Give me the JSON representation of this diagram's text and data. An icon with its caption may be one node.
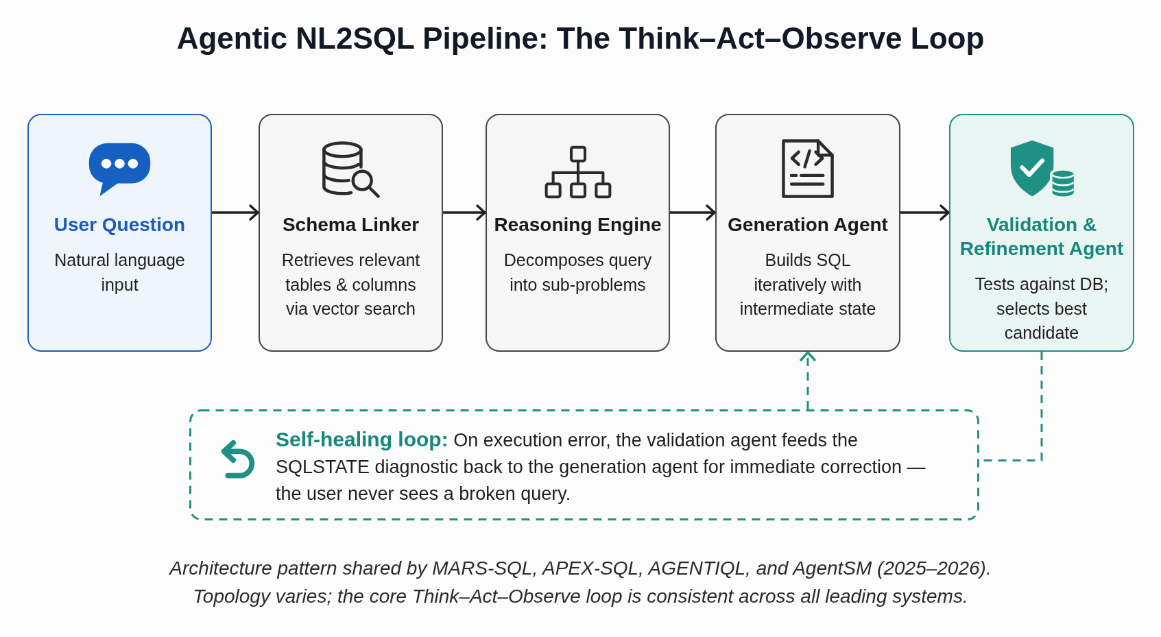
{
  "diagram": {
    "title": "Agentic NL2SQL Pipeline: The Think–Act–Observe Loop",
    "nodes": [
      {
        "text": [
          "User Question",
          "Natural language input"
        ]
      },
      {
        "text": [
          "Schema Linker",
          "Retrieves relevant tables & columns via vector search"
        ]
      },
      {
        "text": [
          "Reasoning Engine",
          "Decomposes query into sub-problems"
        ]
      },
      {
        "text": [
          "Generation Agent",
          "Builds SQL iteratively with intermediate state"
        ]
      },
      {
        "text": [
          "Validation & Refinement Agent",
          "Tests against DB; selects best candidate"
        ]
      },
      {
        "text": [
          "**Self-healing loop:** On execution error, the validation agent feeds the SQLSTATE diagnostic back to the generation agent for immediate correction — the user never sees a broken query."
        ]
      }
    ],
    "edges": [
      {
        "from": 0,
        "to": 1,
        "arrow": "to"
      },
      {
        "from": 1,
        "to": 2,
        "arrow": "to"
      },
      {
        "from": 2,
        "to": 3,
        "arrow": "to"
      },
      {
        "from": 3,
        "to": 4,
        "arrow": "to"
      },
      {
        "from": 4,
        "to": 5,
        "arrow": "none",
        "style": "dashed",
        "color": "#1f9184"
      },
      {
        "from": 5,
        "to": 3,
        "arrow": "to",
        "style": "dashed",
        "color": "#1f9184"
      }
    ],
    "caption": "Architecture pattern shared by MARS-SQL, APEX-SQL, AGENTIQL, and AgentSM (2025–2026). Topology varies; the core Think–Act–Observe loop is consistent across all leading systems."
  }
}
